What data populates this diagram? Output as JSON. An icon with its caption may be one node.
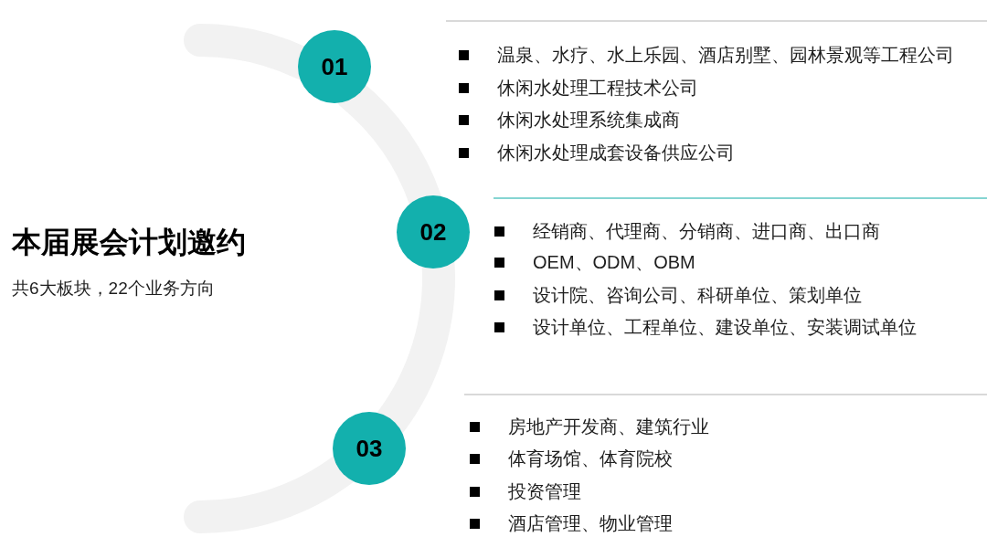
{
  "diagram": {
    "title": "本届展会计划邀约",
    "nodes": [
      {
        "text": [
          "01"
        ]
      },
      {
        "text": [
          "02"
        ]
      },
      {
        "text": [
          "03"
        ]
      }
    ],
    "edges": [
      {
        "from": null,
        "to": 0,
        "arrow": "none"
      },
      {
        "from": 0,
        "to": 1,
        "arrow": "none"
      },
      {
        "from": 1,
        "to": 2,
        "arrow": "none"
      },
      {
        "from": 2,
        "to": null,
        "arrow": "none"
      }
    ],
    "labels": [
      "共6大板块，22个业务方向",
      "温泉、水疗、水上乐园、酒店别墅、园林景观等工程公司",
      "休闲水处理工程技术公司",
      "休闲水处理系统集成商",
      "休闲水处理成套设备供应公司",
      "经销商、代理商、分销商、进口商、出口商",
      "OEM、ODM、OBM",
      "设计院、咨询公司、科研单位、策划单位",
      "设计单位、工程单位、建设单位、安装调试单位",
      "房地产开发商、建筑行业",
      "体育场馆、体育院校",
      "投资管理",
      "酒店管理、物业管理"
    ]
  }
}
